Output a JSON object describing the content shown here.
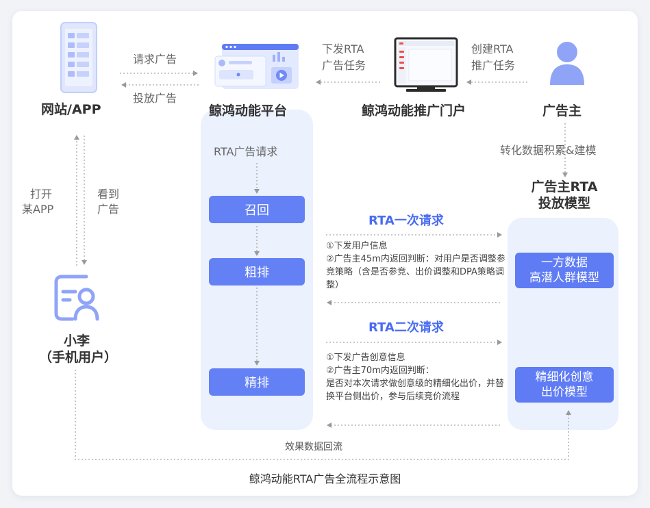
{
  "nodes": {
    "website": "网站/APP",
    "platform": "鲸鸿动能平台",
    "portal": "鲸鸿动能推广门户",
    "advertiser": "广告主",
    "user_name": "小李",
    "user_role": "（手机用户）",
    "model_title_1": "广告主RTA",
    "model_title_2": "投放模型"
  },
  "edges": {
    "request_ad": "请求广告",
    "deliver_ad": "投放广告",
    "issue_rta_1": "下发RTA",
    "issue_rta_2": "广告任务",
    "create_rta_1": "创建RTA",
    "create_rta_2": "推广任务",
    "open_app_1": "打开",
    "open_app_2": "某APP",
    "see_ad_1": "看到",
    "see_ad_2": "广告",
    "rta_ad_request": "RTA广告请求",
    "conversion": "转化数据积累&建模",
    "feedback": "效果数据回流"
  },
  "stages": {
    "recall": "召回",
    "coarse": "粗排",
    "fine": "精排"
  },
  "models": {
    "first_party_1": "一方数据",
    "first_party_2": "高潜人群模型",
    "bid_1": "精细化创意",
    "bid_2": "出价模型"
  },
  "requests": {
    "first_title": "RTA一次请求",
    "first_lines": [
      "①下发用户信息",
      "②广告主45m内返回判断：对用户是否调整参竞策略（含是否参竞、出价调整和DPA策略调整）"
    ],
    "second_title": "RTA二次请求",
    "second_lines": [
      "①下发广告创意信息",
      "②广告主70m内返回判断：",
      "是否对本次请求做创意级的精细化出价，并替换平台侧出价，参与后续竞价流程"
    ]
  },
  "caption": "鲸鸿动能RTA广告全流程示意图",
  "colors": {
    "accent": "#6480f5",
    "panel": "#ebf1fd",
    "request_title": "#4a6cf2",
    "icon": "#8fa4f7"
  },
  "icons": {
    "website": "phone-app-icon",
    "platform": "platform-dashboard-icon",
    "portal": "monitor-portal-icon",
    "advertiser": "person-icon",
    "user": "user-card-icon"
  }
}
